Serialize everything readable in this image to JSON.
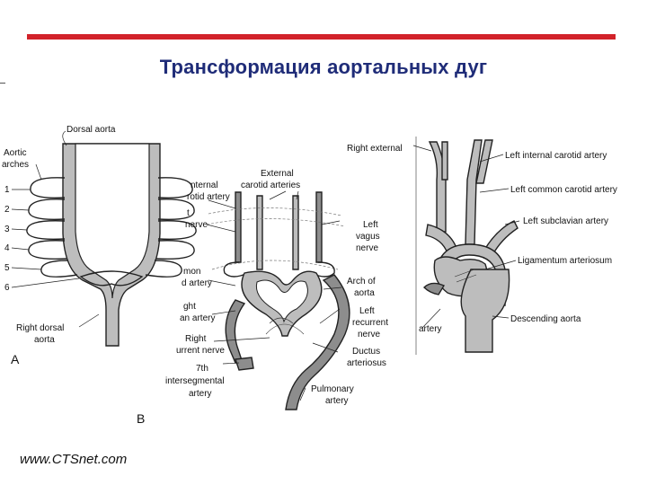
{
  "title": "Трансформация аортальных дуг",
  "footer": "www.CTSnet.com",
  "panels": {
    "a": {
      "letter": "A",
      "dorsal_aorta": "Dorsal aorta",
      "aortic_arches": [
        "Aortic",
        "arches"
      ],
      "arch_numbers": [
        "1",
        "2",
        "3",
        "4",
        "5",
        "6"
      ],
      "right_dorsal_aorta": [
        "Right dorsal",
        "aorta"
      ]
    },
    "b": {
      "letter": "B",
      "internal_carotid": [
        "nternal",
        "rotid artery"
      ],
      "external_carotid": [
        "External",
        "carotid arteries"
      ],
      "nerve": [
        "t",
        "nerve"
      ],
      "left_vagus": [
        "Left",
        "vagus",
        "nerve"
      ],
      "subclavian": [
        "mon",
        "d artery"
      ],
      "arch_of_aorta": [
        "Arch of",
        "aorta"
      ],
      "right_artery": [
        "ght",
        "an artery"
      ],
      "right_recurrent": [
        "Right",
        "urrent nerve"
      ],
      "left_recurrent": [
        "Left",
        "recurrent",
        "nerve"
      ],
      "ductus": [
        "Ductus",
        "arteriosus"
      ],
      "seventh": [
        "7th",
        "intersegmental",
        "artery"
      ],
      "pulmonary": [
        "Pulmonary",
        "artery"
      ]
    },
    "c": {
      "right_external": "Right external",
      "left_internal_carotid": "Left internal carotid artery",
      "left_common_carotid": "Left common carotid artery",
      "left_subclavian": "Left subclavian artery",
      "ligamentum": "Ligamentum arteriosum",
      "descending": "Descending aorta",
      "artery_cut": "artery"
    }
  }
}
